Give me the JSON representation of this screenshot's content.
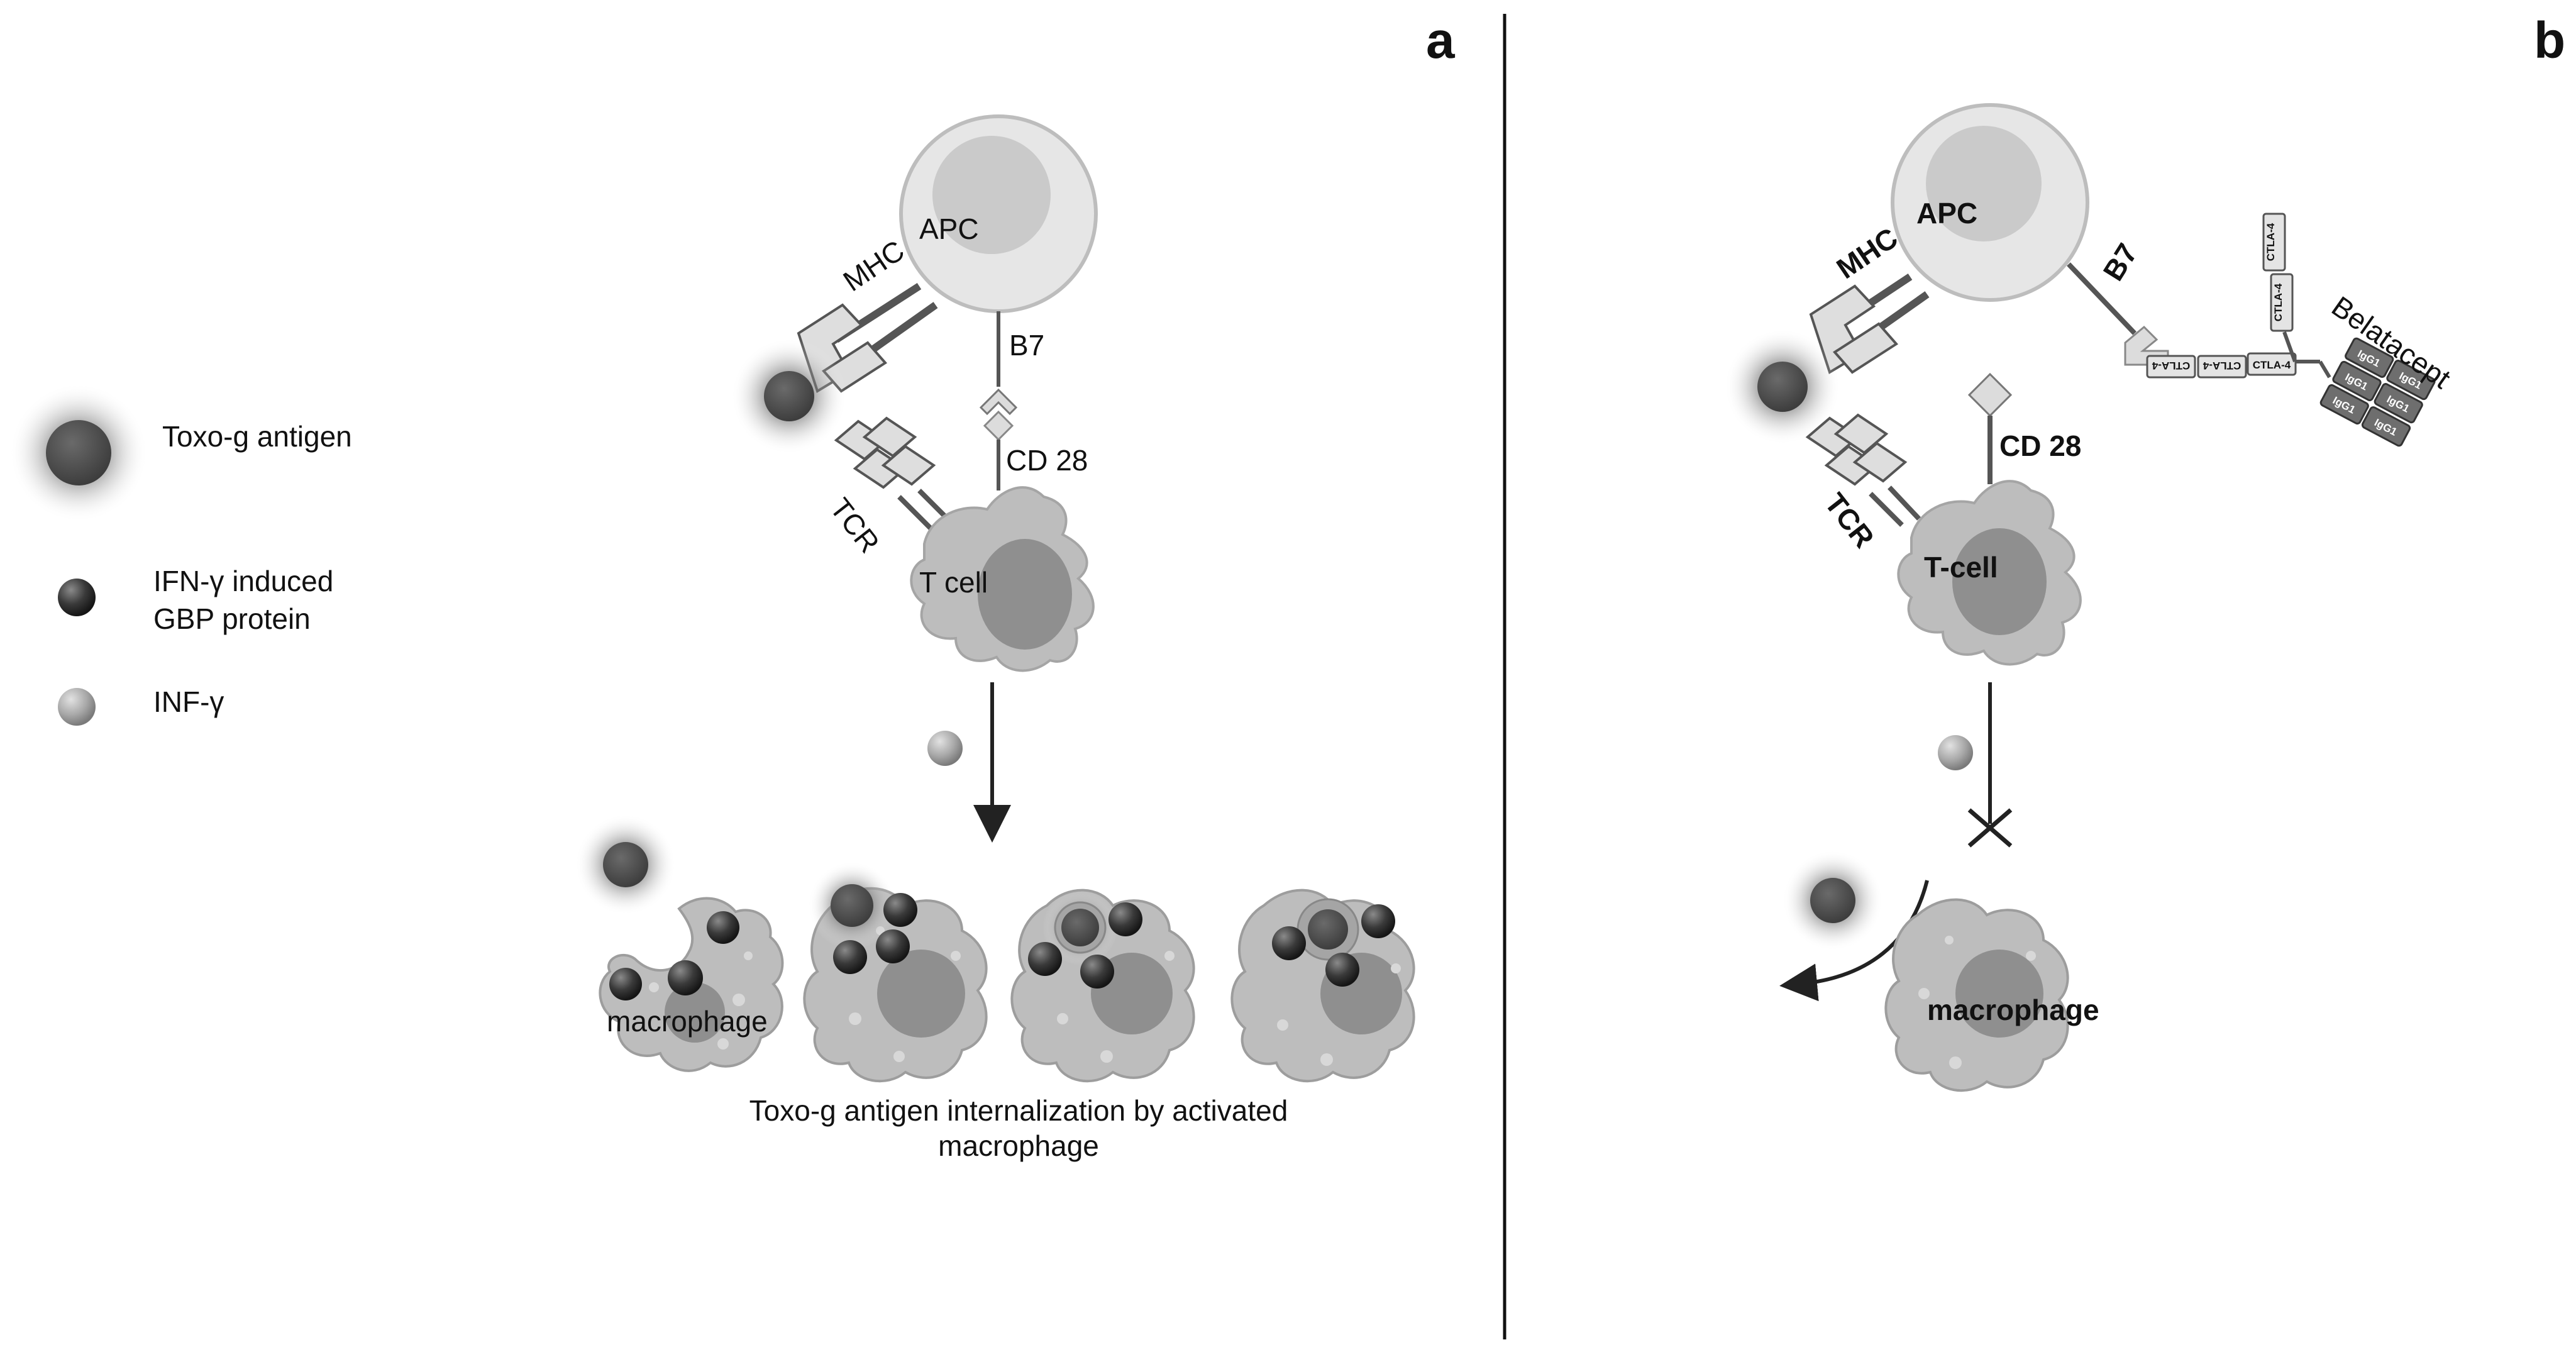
{
  "legend": {
    "items": [
      {
        "id": "toxo",
        "label": "Toxo-g antigen"
      },
      {
        "id": "gbp",
        "label_line1": "IFN-γ induced",
        "label_line2": "GBP protein"
      },
      {
        "id": "inf",
        "label": "INF-γ"
      }
    ]
  },
  "panel_a": {
    "letter": "a",
    "apc": "APC",
    "mhc": "MHC",
    "b7": "B7",
    "cd28": "CD 28",
    "tcr": "TCR",
    "tcell": "T cell",
    "macrophage": "macrophage",
    "caption_line1": "Toxo-g antigen internalization by activated",
    "caption_line2": "macrophage"
  },
  "panel_b": {
    "letter": "b",
    "apc": "APC",
    "mhc": "MHC",
    "b7": "B7",
    "cd28": "CD 28",
    "tcr": "TCR",
    "tcell": "T-cell",
    "belatacept": "Belatacept",
    "ctla4": "CTLA-4",
    "igg1": "IgG1",
    "macrophage": "macrophage"
  },
  "colors": {
    "apc_fill": "#e6e6e6",
    "apc_nucleus": "#c9c9c9",
    "cell_fill": "#bdbdbd",
    "cell_nucleus": "#8f8f8f",
    "gbp": "#3a3a3a",
    "antigen": "#4e4e4e",
    "inf": "#a8a8a8",
    "line": "#444444"
  }
}
